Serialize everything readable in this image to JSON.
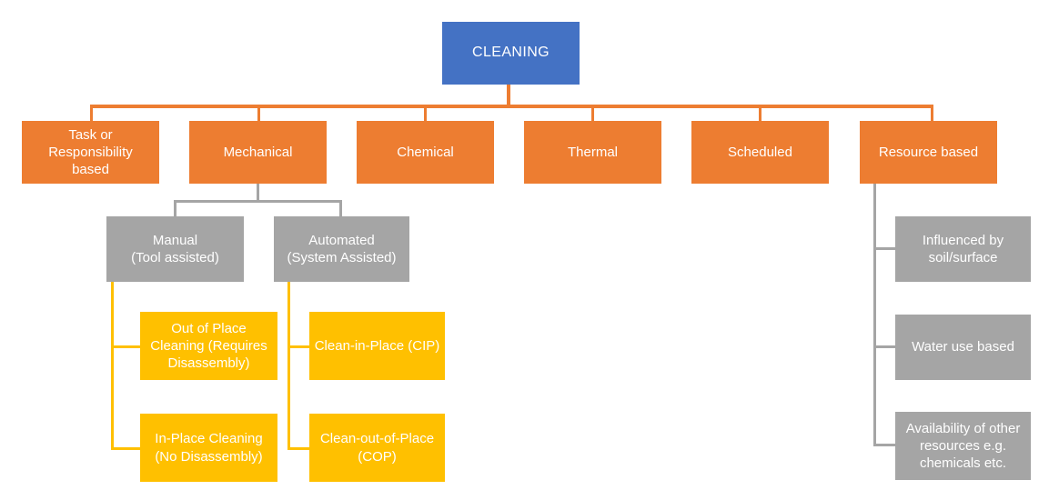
{
  "diagram": {
    "title": "CLEANING classification tree",
    "colors": {
      "root": "#4472C4",
      "level1": "#ED7D31",
      "level2_gray": "#A5A5A5",
      "level3_yellow": "#FFC000",
      "text": "#FFFFFF",
      "background": "#FFFFFF"
    },
    "root": {
      "label": "CLEANING"
    },
    "level1": [
      {
        "label": "Task or\nResponsibility\nbased"
      },
      {
        "label": "Mechanical"
      },
      {
        "label": "Chemical"
      },
      {
        "label": "Thermal"
      },
      {
        "label": "Scheduled"
      },
      {
        "label": "Resource based"
      }
    ],
    "mechanical_children": [
      {
        "label": "Manual\n(Tool assisted)"
      },
      {
        "label": "Automated\n(System Assisted)"
      }
    ],
    "manual_children": [
      {
        "label": "Out of Place\nCleaning (Requires\nDisassembly)"
      },
      {
        "label": "In-Place Cleaning\n(No Disassembly)"
      }
    ],
    "automated_children": [
      {
        "label": "Clean-in-Place (CIP)"
      },
      {
        "label": "Clean-out-of-Place\n(COP)"
      }
    ],
    "resource_children": [
      {
        "label": "Influenced by\nsoil/surface"
      },
      {
        "label": "Water use based"
      },
      {
        "label": "Availability of other\nresources e.g.\nchemicals etc."
      }
    ]
  }
}
